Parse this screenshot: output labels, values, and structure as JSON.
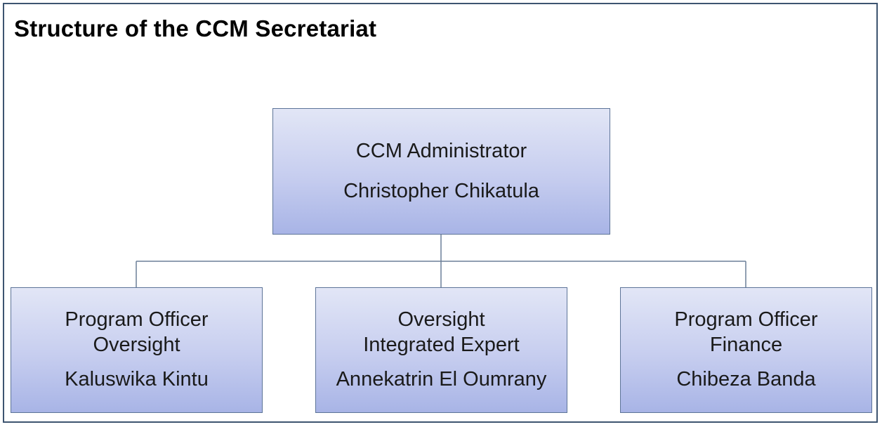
{
  "title": "Structure of the CCM Secretariat",
  "colors": {
    "frame_border": "#3d5470",
    "node_border": "#5d7498",
    "node_fill_top": "#e2e6f6",
    "node_fill_bottom": "#a8b4e6",
    "connector": "#6b7f98"
  },
  "administrator": {
    "role": "CCM Administrator",
    "name": "Christopher Chikatula"
  },
  "staff": [
    {
      "role": "Program Officer\nOversight",
      "name": "Kaluswika Kintu"
    },
    {
      "role": "Oversight\nIntegrated Expert",
      "name": "Annekatrin El Oumrany"
    },
    {
      "role": "Program Officer\nFinance",
      "name": "Chibeza Banda"
    }
  ]
}
